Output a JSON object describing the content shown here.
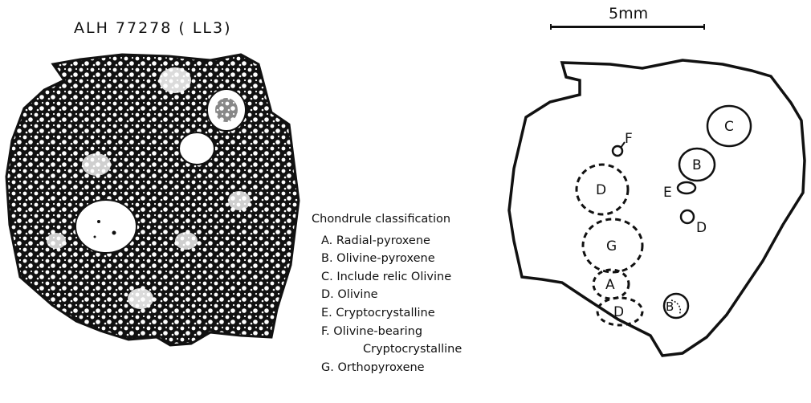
{
  "figure": {
    "sample_title": "ALH 77278 ( LL3)",
    "scale_label": "5mm"
  },
  "legend": {
    "heading": "Chondrule classification",
    "items": [
      {
        "key": "A",
        "label": "A. Radial-pyroxene"
      },
      {
        "key": "B",
        "label": "B. Olivine-pyroxene"
      },
      {
        "key": "C",
        "label": "C. Include relic Olivine"
      },
      {
        "key": "D",
        "label": "D. Olivine"
      },
      {
        "key": "E",
        "label": "E. Cryptocrystalline"
      },
      {
        "key": "F",
        "label": "F. Olivine-bearing",
        "label2": "Cryptocrystalline"
      },
      {
        "key": "G",
        "label": "G. Orthopyroxene"
      }
    ]
  },
  "map_labels": {
    "C": "C",
    "B": "B",
    "F": "F",
    "E": "E",
    "D_right": "D",
    "D_upper": "D",
    "G": "G",
    "A": "A",
    "D_lower": "D",
    "B_lower": "B"
  },
  "colors": {
    "ink": "#111111",
    "paper": "#ffffff"
  }
}
